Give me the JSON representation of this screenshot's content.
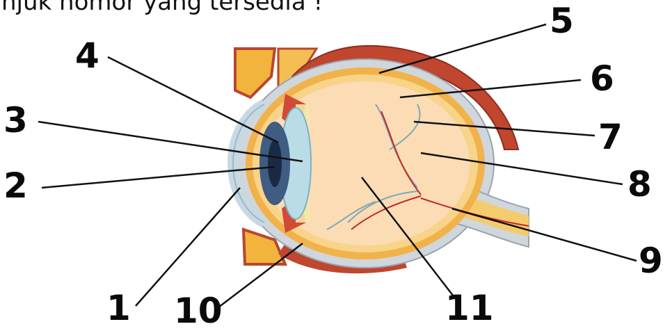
{
  "header": {
    "text": "njuk nomor yang tersedia !"
  },
  "labels": {
    "n1": "1",
    "n2": "2",
    "n3": "3",
    "n4": "4",
    "n5": "5",
    "n6": "6",
    "n7": "7",
    "n8": "8",
    "n9": "9",
    "n10": "10",
    "n11": "11"
  },
  "colors": {
    "sclera": "#cfd6dc",
    "choroid": "#f2b24a",
    "retina": "#f7d48a",
    "vitreous": "#fbdcb4",
    "muscle": "#c0462f",
    "iris": "#3f5c82",
    "lens": "#b9dce6",
    "vessel": "#7fa8b8",
    "artery": "#c22a2a"
  }
}
